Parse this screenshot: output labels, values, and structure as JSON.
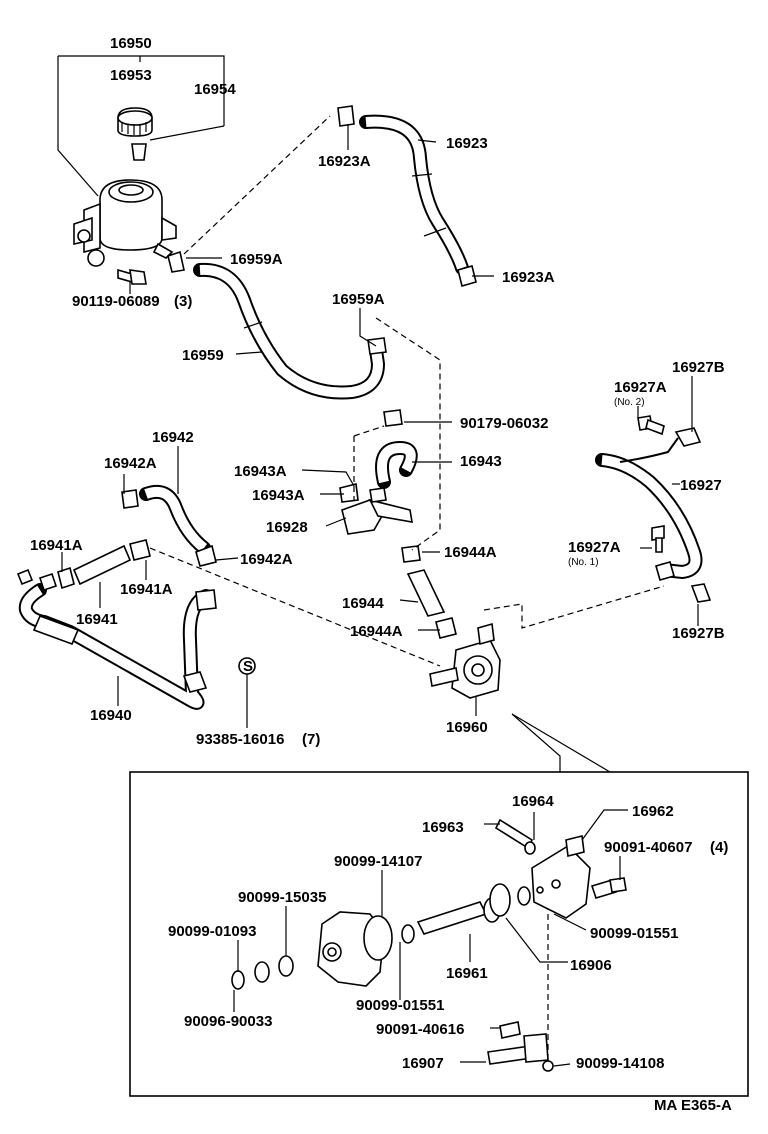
{
  "labels": {
    "p16950": "16950",
    "p16953": "16953",
    "p16954": "16954",
    "p16923": "16923",
    "p16923A_top": "16923A",
    "p16923A_bottom": "16923A",
    "p16959A_top": "16959A",
    "p16959A_mid": "16959A",
    "p90119": "90119-06089",
    "p90119_qty": "(3)",
    "p16959": "16959",
    "p16927B_top": "16927B",
    "p16927A_top": "16927A",
    "p16927A_top_sub": "(No. 2)",
    "p90179": "90179-06032",
    "p16942": "16942",
    "p16943": "16943",
    "p16942A_top": "16942A",
    "p16943A_a": "16943A",
    "p16943A_b": "16943A",
    "p16927": "16927",
    "p16928": "16928",
    "p16941A_left": "16941A",
    "p16942A_bottom": "16942A",
    "p16944A_top": "16944A",
    "p16927A_bottom": "16927A",
    "p16927A_bottom_sub": "(No. 1)",
    "p16941A_right": "16941A",
    "p16941": "16941",
    "p16944": "16944",
    "p16944A_bottom": "16944A",
    "p16927B_bottom": "16927B",
    "p16940": "16940",
    "p16960": "16960",
    "p93385": "93385-16016",
    "p93385_qty": "(7)",
    "s_marker": "S",
    "p16964": "16964",
    "p16962": "16962",
    "p16963": "16963",
    "p90099_14107": "90099-14107",
    "p90091_40607": "90091-40607",
    "p90091_40607_qty": "(4)",
    "p90099_15035": "90099-15035",
    "p90099_01093": "90099-01093",
    "p90099_01551_right": "90099-01551",
    "p16906": "16906",
    "p16961": "16961",
    "p90096_90033": "90096-90033",
    "p90099_01551_bottom": "90099-01551",
    "p90091_40616": "90091-40616",
    "p16907": "16907",
    "p90099_14108": "90099-14108",
    "figure_code": "MA E365-A"
  }
}
